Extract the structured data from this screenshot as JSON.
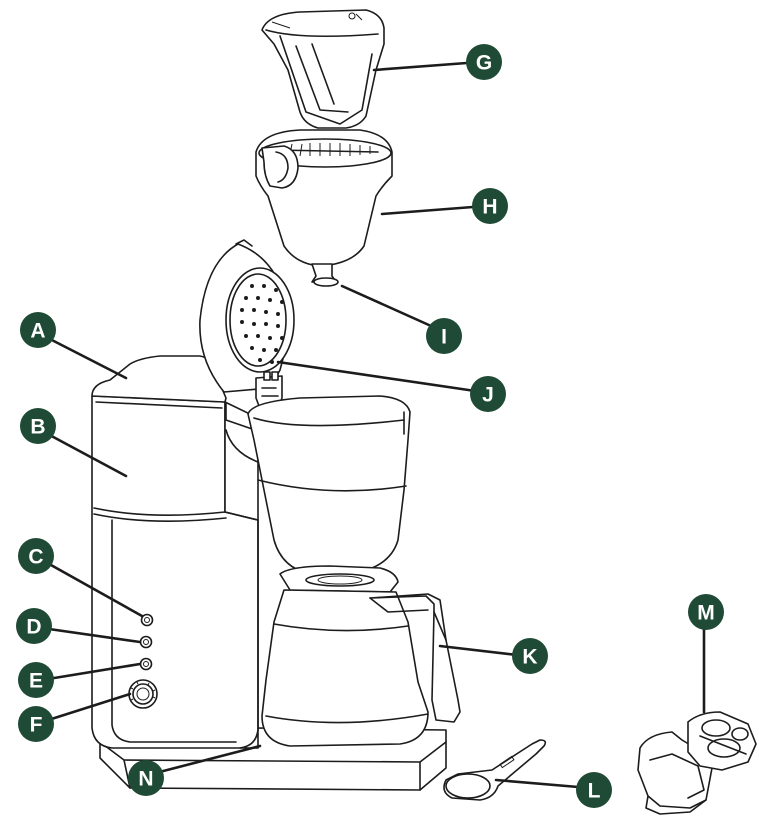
{
  "colors": {
    "callout_fill": "#1f4a35",
    "callout_text": "#ffffff",
    "line": "#1c1c1c",
    "background": "#ffffff"
  },
  "callouts": [
    {
      "id": "a",
      "label": "A"
    },
    {
      "id": "b",
      "label": "B"
    },
    {
      "id": "c",
      "label": "C"
    },
    {
      "id": "d",
      "label": "D"
    },
    {
      "id": "e",
      "label": "E"
    },
    {
      "id": "f",
      "label": "F"
    },
    {
      "id": "g",
      "label": "G"
    },
    {
      "id": "h",
      "label": "H"
    },
    {
      "id": "i",
      "label": "I"
    },
    {
      "id": "j",
      "label": "J"
    },
    {
      "id": "k",
      "label": "K"
    },
    {
      "id": "l",
      "label": "L"
    },
    {
      "id": "m",
      "label": "M"
    },
    {
      "id": "n",
      "label": "N"
    }
  ]
}
